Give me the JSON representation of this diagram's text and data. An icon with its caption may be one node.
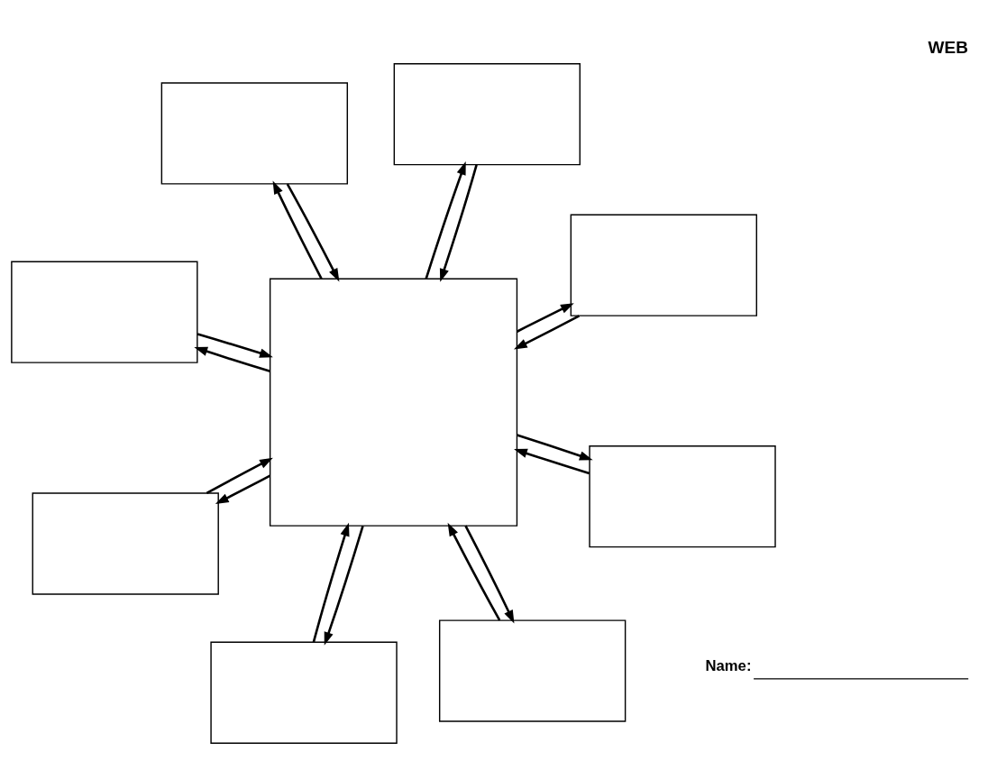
{
  "diagram": {
    "title": "WEB",
    "nodes": [
      {
        "text": [],
        "shape": "box"
      },
      {
        "text": [],
        "shape": "box"
      },
      {
        "text": [],
        "shape": "box"
      },
      {
        "text": [],
        "shape": "box"
      },
      {
        "text": [],
        "shape": "box"
      },
      {
        "text": [],
        "shape": "box"
      },
      {
        "text": [],
        "shape": "box"
      },
      {
        "text": [],
        "shape": "box"
      },
      {
        "text": [],
        "shape": "box"
      }
    ],
    "edges": [
      {
        "from": 3,
        "to": 0,
        "arrow": "to"
      },
      {
        "from": 0,
        "to": 3,
        "arrow": "to"
      },
      {
        "from": 3,
        "to": 1,
        "arrow": "to"
      },
      {
        "from": 1,
        "to": 3,
        "arrow": "to"
      },
      {
        "from": 2,
        "to": 3,
        "arrow": "to"
      },
      {
        "from": 3,
        "to": 2,
        "arrow": "to"
      },
      {
        "from": 4,
        "to": 3,
        "arrow": "to"
      },
      {
        "from": 3,
        "to": 4,
        "arrow": "to"
      },
      {
        "from": 5,
        "to": 3,
        "arrow": "to"
      },
      {
        "from": 3,
        "to": 5,
        "arrow": "to"
      },
      {
        "from": 6,
        "to": 3,
        "arrow": "to"
      },
      {
        "from": 3,
        "to": 6,
        "arrow": "to"
      },
      {
        "from": 7,
        "to": 3,
        "arrow": "to"
      },
      {
        "from": 3,
        "to": 7,
        "arrow": "to"
      },
      {
        "from": 3,
        "to": 8,
        "arrow": "to"
      },
      {
        "from": 8,
        "to": 3,
        "arrow": "to"
      }
    ],
    "labels": [
      "Name:"
    ]
  }
}
